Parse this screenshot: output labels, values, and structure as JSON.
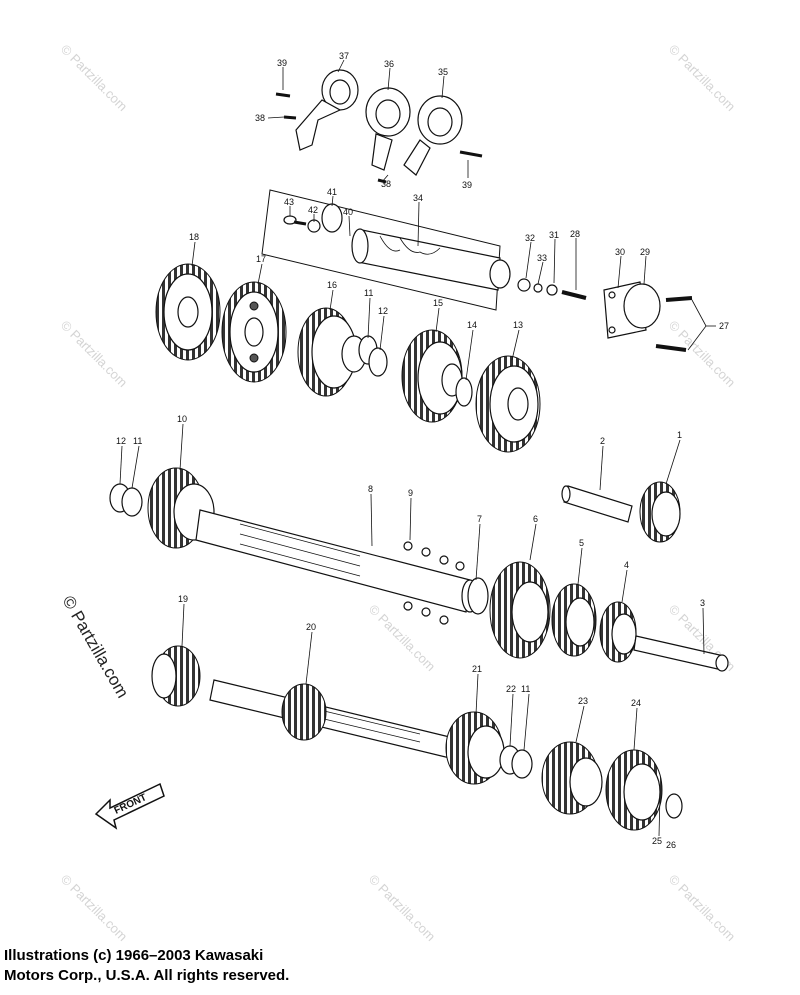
{
  "labels": [
    {
      "name": "part-39-top",
      "text": "39"
    },
    {
      "name": "part-37",
      "text": "37"
    },
    {
      "name": "part-36",
      "text": "36"
    },
    {
      "name": "part-35",
      "text": "35"
    },
    {
      "name": "part-38-left",
      "text": "38"
    },
    {
      "name": "part-38-bottom",
      "text": "38"
    },
    {
      "name": "part-39-right",
      "text": "39"
    },
    {
      "name": "part-41",
      "text": "41"
    },
    {
      "name": "part-43",
      "text": "43"
    },
    {
      "name": "part-42",
      "text": "42"
    },
    {
      "name": "part-40",
      "text": "40"
    },
    {
      "name": "part-34",
      "text": "34"
    },
    {
      "name": "part-32",
      "text": "32"
    },
    {
      "name": "part-31",
      "text": "31"
    },
    {
      "name": "part-28",
      "text": "28"
    },
    {
      "name": "part-33",
      "text": "33"
    },
    {
      "name": "part-30",
      "text": "30"
    },
    {
      "name": "part-29",
      "text": "29"
    },
    {
      "name": "part-27",
      "text": "27"
    },
    {
      "name": "part-18",
      "text": "18"
    },
    {
      "name": "part-17",
      "text": "17"
    },
    {
      "name": "part-16",
      "text": "16"
    },
    {
      "name": "part-11-top",
      "text": "11"
    },
    {
      "name": "part-12-top",
      "text": "12"
    },
    {
      "name": "part-15",
      "text": "15"
    },
    {
      "name": "part-14",
      "text": "14"
    },
    {
      "name": "part-13",
      "text": "13"
    },
    {
      "name": "part-12-mid",
      "text": "12"
    },
    {
      "name": "part-11-mid",
      "text": "11"
    },
    {
      "name": "part-10",
      "text": "10"
    },
    {
      "name": "part-8",
      "text": "8"
    },
    {
      "name": "part-9",
      "text": "9"
    },
    {
      "name": "part-7",
      "text": "7"
    },
    {
      "name": "part-6",
      "text": "6"
    },
    {
      "name": "part-2",
      "text": "2"
    },
    {
      "name": "part-1",
      "text": "1"
    },
    {
      "name": "part-5",
      "text": "5"
    },
    {
      "name": "part-4",
      "text": "4"
    },
    {
      "name": "part-3",
      "text": "3"
    },
    {
      "name": "part-19",
      "text": "19"
    },
    {
      "name": "part-20",
      "text": "20"
    },
    {
      "name": "part-21",
      "text": "21"
    },
    {
      "name": "part-22",
      "text": "22"
    },
    {
      "name": "part-11-bottom",
      "text": "11"
    },
    {
      "name": "part-23",
      "text": "23"
    },
    {
      "name": "part-24",
      "text": "24"
    },
    {
      "name": "part-25",
      "text": "25"
    },
    {
      "name": "part-26",
      "text": "26"
    }
  ],
  "front_label": "FRONT",
  "watermark": {
    "main": "© Partzilla.com",
    "faint": "© Partzilla.com"
  },
  "copyright": {
    "line1": "Illustrations (c) 1966–2003 Kawasaki",
    "line2": "Motors Corp., U.S.A.  All rights reserved."
  }
}
